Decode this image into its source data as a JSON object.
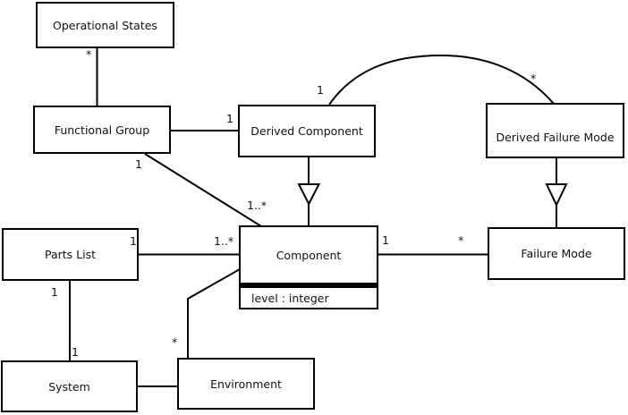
{
  "diagram": {
    "nodes": {
      "operational_states": {
        "label": "Operational States"
      },
      "functional_group": {
        "label": "Functional Group"
      },
      "derived_component": {
        "label": "Derived Component"
      },
      "derived_failure_mode": {
        "label": "Derived Failure Mode"
      },
      "parts_list": {
        "label": "Parts List"
      },
      "component": {
        "label": "Component",
        "attribute": "level : integer"
      },
      "failure_mode": {
        "label": "Failure Mode"
      },
      "system": {
        "label": "System"
      },
      "environment": {
        "label": "Environment"
      }
    },
    "multiplicities": {
      "m_os_fg": "*",
      "m_fg_dc": "1",
      "m_fg_comp_src": "1",
      "m_fg_comp_dst": "1..*",
      "m_dc_dfm_src": "1",
      "m_dc_dfm_dst": "*",
      "m_pl_comp_src": "1",
      "m_pl_comp_dst": "1..*",
      "m_comp_fm_src": "1",
      "m_comp_fm_dst": "*",
      "m_pl_sys_src": "1",
      "m_pl_sys_dst": "1",
      "m_env_comp": "*"
    },
    "colors": {
      "line": "#000000",
      "box_fill": "#ffffff",
      "background": "#ffffff",
      "text": "#111111"
    }
  }
}
